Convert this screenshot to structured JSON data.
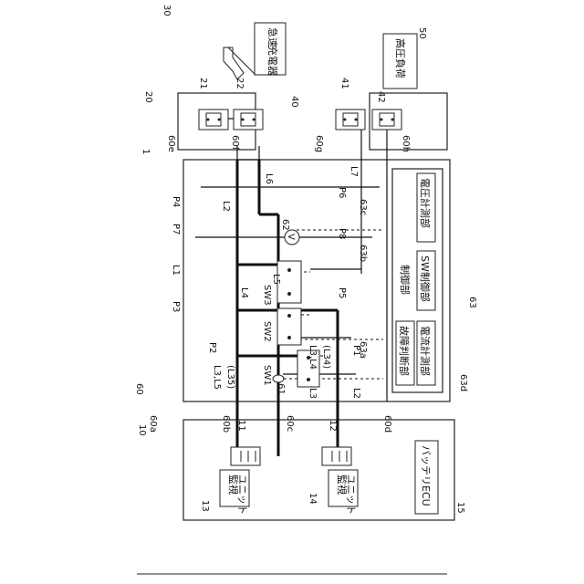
{
  "diagram": {
    "ref_numbers": {
      "system": "1",
      "battery_unit": "10",
      "monitor_1": "13",
      "monitor_2": "14",
      "ecu": "15",
      "battery_1": "11",
      "battery_2": "12",
      "switch_unit": "60",
      "control_unit": "63",
      "voltage_sensor": "62",
      "current_sensor": "61",
      "charger_port": "20",
      "charger_connector": "30",
      "charger_relay_1": "21",
      "charger_relay_2": "22",
      "load_port": "40",
      "load_relay_1": "41",
      "load_relay_2": "42",
      "load": "50",
      "vm_label": "63c",
      "sw_ctrl_label": "63b",
      "cm_label": "63a",
      "fault_label": "63d"
    },
    "terminals": [
      "60a",
      "60b",
      "60c",
      "60d",
      "60e",
      "60f",
      "60g",
      "60h"
    ],
    "lines": [
      "L1",
      "L2",
      "L2",
      "L3",
      "L3,L4",
      "(L34)",
      "L3,L5",
      "(L35)",
      "L4",
      "L5",
      "L6",
      "L7"
    ],
    "points": [
      "P1",
      "P2",
      "P3",
      "P4",
      "P5",
      "P6",
      "P7",
      "P8"
    ],
    "switches": [
      "SW1",
      "SW2",
      "SW3"
    ],
    "voltmeter_symbol": "V",
    "blocks": {
      "charger": [
        "急速",
        "充電器"
      ],
      "load": [
        "高圧負荷"
      ],
      "voltage_meas": "電圧計測部",
      "sw_control": "SW制御部",
      "control": "制御部",
      "current_meas": "電流計測部",
      "fault_judge": "故障判断部",
      "ecu": "バッテリECU",
      "monitor": [
        "監視",
        "ユニット"
      ]
    }
  }
}
